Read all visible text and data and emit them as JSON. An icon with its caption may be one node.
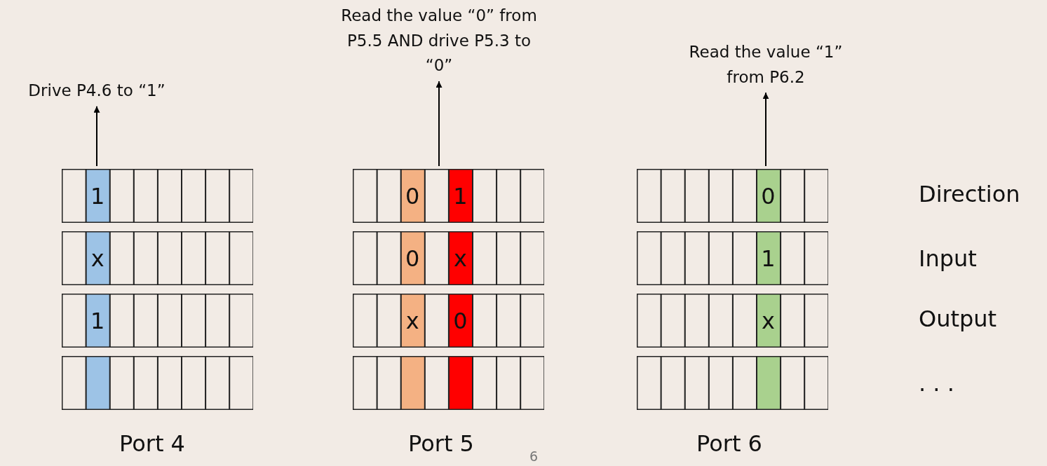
{
  "diagram": {
    "nodes": [
      {
        "text": [
          "Drive P4.6 to “1”"
        ]
      },
      {
        "text": [
          "Read the value “0” from P5.5 AND drive P5.3 to “0”"
        ]
      },
      {
        "text": [
          "Read the value “1” from P6.2"
        ]
      },
      {
        "text": [],
        "shape": "bar"
      },
      {
        "text": [
          "1"
        ],
        "in": 3
      },
      {
        "text": [],
        "shape": "bar"
      },
      {
        "text": [
          "x"
        ],
        "in": 5
      },
      {
        "text": [],
        "shape": "bar"
      },
      {
        "text": [
          "1"
        ],
        "in": 7
      },
      {
        "text": [],
        "shape": "bar"
      },
      {
        "text": [],
        "shape": "bar"
      },
      {
        "text": [
          "0"
        ],
        "in": 10
      },
      {
        "text": [
          "1"
        ],
        "in": 10
      },
      {
        "text": [],
        "shape": "bar"
      },
      {
        "text": [
          "0"
        ],
        "in": 13
      },
      {
        "text": [
          "x"
        ],
        "in": 13
      },
      {
        "text": [],
        "shape": "bar"
      },
      {
        "text": [
          "x"
        ],
        "in": 16
      },
      {
        "text": [
          "0"
        ],
        "in": 16
      },
      {
        "text": [],
        "shape": "bar"
      },
      {
        "text": [],
        "shape": "bar"
      },
      {
        "text": [
          "0"
        ],
        "in": 20
      },
      {
        "text": [],
        "shape": "bar"
      },
      {
        "text": [
          "1"
        ],
        "in": 22
      },
      {
        "text": [],
        "shape": "bar"
      },
      {
        "text": [
          "x"
        ],
        "in": 24
      },
      {
        "text": [],
        "shape": "bar"
      }
    ],
    "edges": [
      {
        "from": 3,
        "to": 0,
        "arrow": "to"
      },
      {
        "from": 10,
        "to": 1,
        "arrow": "to"
      },
      {
        "from": 20,
        "to": 2,
        "arrow": "to"
      }
    ],
    "labels": [
      "Direction",
      "Input",
      "Output",
      ". . .",
      "Port 4",
      "Port 5",
      "6",
      "Port 6"
    ]
  }
}
